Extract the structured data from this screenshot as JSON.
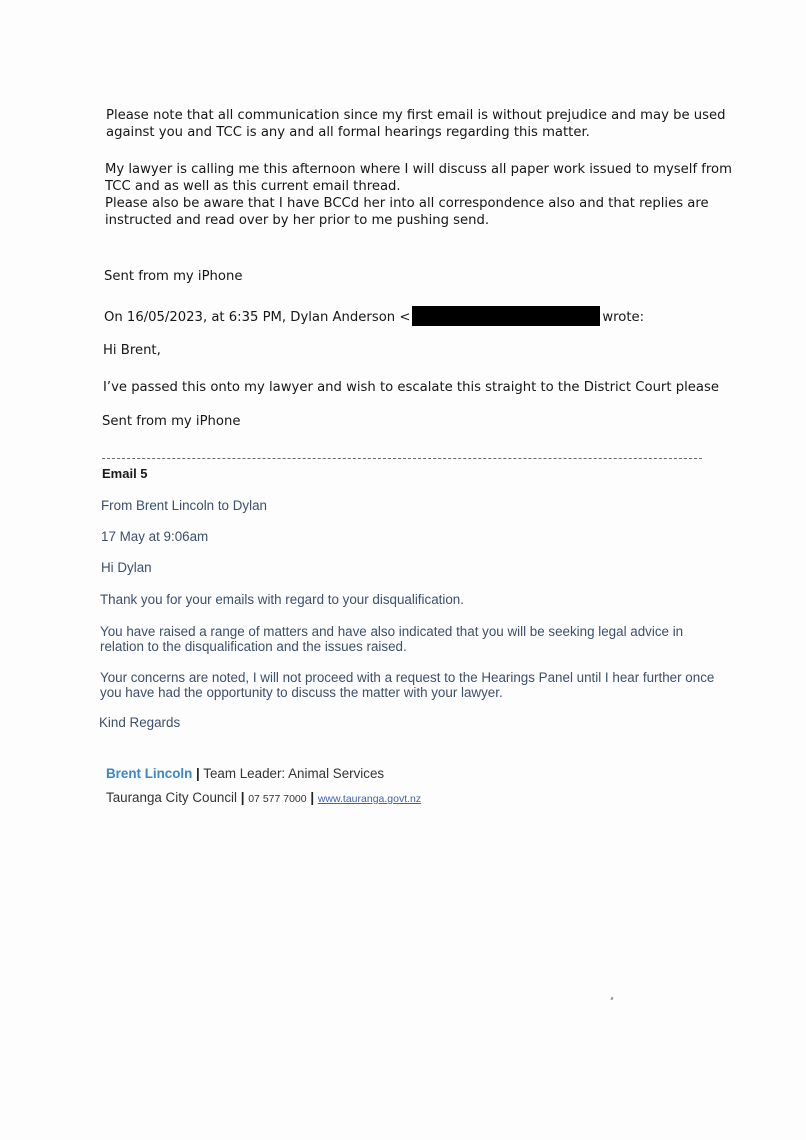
{
  "top": {
    "paragraph1": "Please note that all communication since my first email is without prejudice and may be used against you and TCC is any and all formal hearings regarding this matter.",
    "paragraph2_line1": "My lawyer is calling me this afternoon where I will discuss all paper work issued to myself from TCC and as well as this current email thread.",
    "paragraph2_line2": "Please also be aware that I have BCCd her into all correspondence also and that replies are instructed and read over by her prior to me pushing send.",
    "sent_from_1": "Sent from my iPhone",
    "quote_prefix": "On 16/05/2023, at 6:35 PM, Dylan Anderson <",
    "quote_suffix": "wrote:",
    "greeting": "Hi Brent,",
    "body": "I’ve passed this onto my lawyer and wish to escalate this straight to the District Court please",
    "sent_from_2": "Sent from my iPhone"
  },
  "email5": {
    "label": "Email 5",
    "from": "From Brent Lincoln to Dylan",
    "date": "17 May at 9:06am",
    "greeting": "Hi Dylan",
    "para1": "Thank you for your emails with regard to your disqualification.",
    "para2": "You have raised a range of matters and have also indicated that you will be seeking legal advice in relation to the disqualification and the issues raised.",
    "para3": "Your concerns are noted, I will not proceed with a request to the Hearings Panel until I hear further once you have had the opportunity to discuss the matter with your lawyer.",
    "closing": "Kind Regards"
  },
  "signature": {
    "name": "Brent Lincoln",
    "title": "Team Leader: Animal Services",
    "org": "Tauranga City Council",
    "phone": "07 577 7000",
    "website": "www.tauranga.govt.nz",
    "separator": "|"
  },
  "colors": {
    "email_body_text": "#3c4f6b",
    "signature_name": "#3b86c8",
    "link": "#4060b0",
    "redaction": "#000000"
  }
}
